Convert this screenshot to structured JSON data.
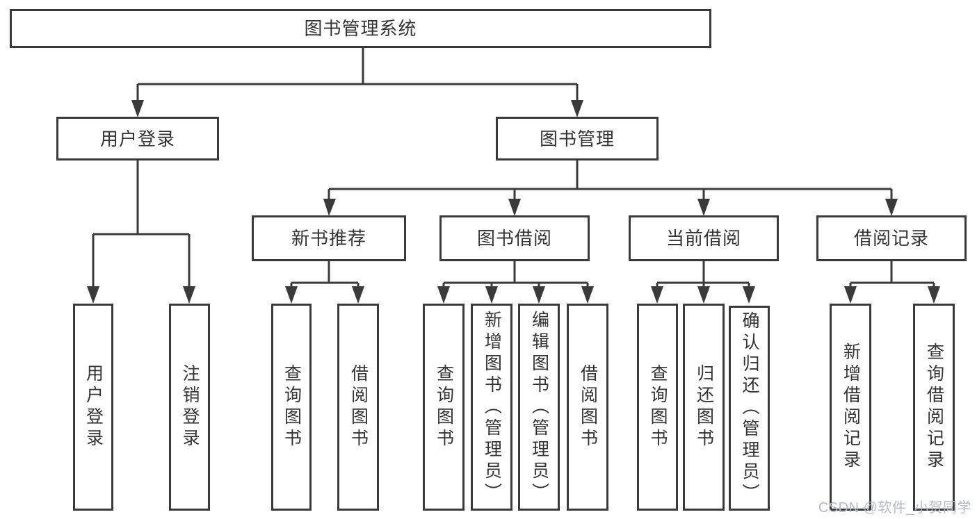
{
  "tree": {
    "label": "图书管理系统",
    "children": [
      {
        "label": "用户登录",
        "children": [
          {
            "label": "用户登录"
          },
          {
            "label": "注销登录"
          }
        ]
      },
      {
        "label": "图书管理",
        "children": [
          {
            "label": "新书推荐",
            "children": [
              {
                "label": "查询图书"
              },
              {
                "label": "借阅图书"
              }
            ]
          },
          {
            "label": "图书借阅",
            "children": [
              {
                "label": "查询图书"
              },
              {
                "label": "新增图书（管理员）"
              },
              {
                "label": "编辑图书（管理员）"
              },
              {
                "label": "借阅图书"
              }
            ]
          },
          {
            "label": "当前借阅",
            "children": [
              {
                "label": "查询图书"
              },
              {
                "label": "归还图书"
              },
              {
                "label": "确认归还（管理员）"
              }
            ]
          },
          {
            "label": "借阅记录",
            "children": [
              {
                "label": "新增借阅记录"
              },
              {
                "label": "查询借阅记录"
              }
            ]
          }
        ]
      }
    ]
  },
  "watermark": {
    "text": "CSDN @软件_小贺同学"
  },
  "colors": {
    "line": "#3a3a3a",
    "text": "#333333",
    "box_background": "#ffffff",
    "watermark": "#b6bbc2",
    "page_background": "#ffffff"
  }
}
